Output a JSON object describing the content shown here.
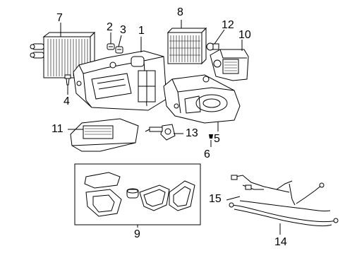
{
  "callouts": [
    {
      "id": "c1",
      "text": "1"
    },
    {
      "id": "c2",
      "text": "2"
    },
    {
      "id": "c3",
      "text": "3"
    },
    {
      "id": "c4",
      "text": "4"
    },
    {
      "id": "c5",
      "text": "5"
    },
    {
      "id": "c6",
      "text": "6"
    },
    {
      "id": "c7",
      "text": "7"
    },
    {
      "id": "c8",
      "text": "8"
    },
    {
      "id": "c9",
      "text": "9"
    },
    {
      "id": "c10",
      "text": "10"
    },
    {
      "id": "c11",
      "text": "11"
    },
    {
      "id": "c12",
      "text": "12"
    },
    {
      "id": "c13",
      "text": "13"
    },
    {
      "id": "c14",
      "text": "14"
    },
    {
      "id": "c15",
      "text": "15"
    }
  ],
  "colors": {
    "ink": "#000000",
    "background": "#ffffff"
  }
}
